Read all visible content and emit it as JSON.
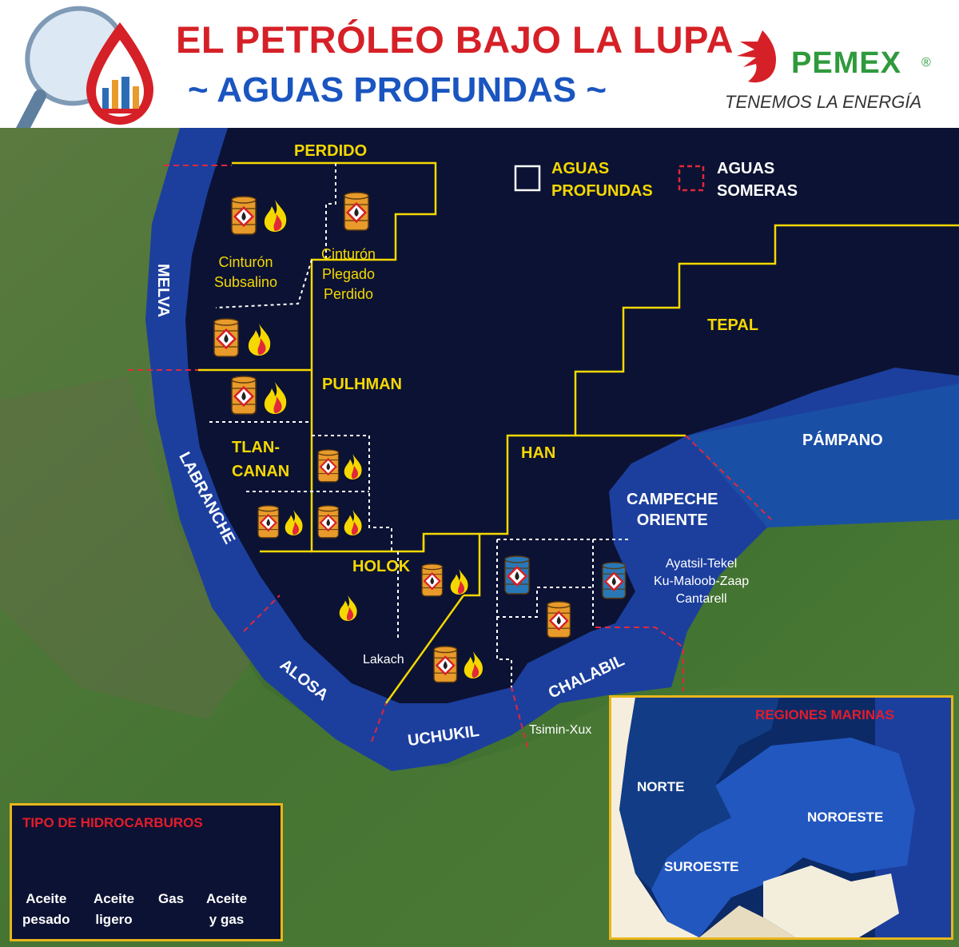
{
  "header": {
    "title": "EL PETRÓLEO BAJO LA LUPA",
    "subtitle": "AGUAS PROFUNDAS",
    "brand_name": "PEMEX",
    "brand_registered": "®",
    "brand_slogan": "TENEMOS LA ENERGÍA"
  },
  "map_legend": {
    "deep_water": "AGUAS PROFUNDAS",
    "shallow_water": "AGUAS SOMERAS",
    "deep_water_lines": [
      "AGUAS",
      "PROFUNDAS"
    ],
    "shallow_water_lines": [
      "AGUAS",
      "SOMERAS"
    ]
  },
  "deep_water_areas": {
    "perdido": "PERDIDO",
    "pulhman": "PULHMAN",
    "tlancanan_1": "TLAN-",
    "tlancanan_2": "CANAN",
    "han": "HAN",
    "holok": "HOLOK",
    "tepal": "TEPAL"
  },
  "shallow_water_areas": {
    "melva": "MELVA",
    "labranche": "LABRANCHE",
    "alosa": "ALOSA",
    "uchukil": "UCHUKIL",
    "chalabil": "CHALABIL",
    "campeche_1": "CAMPECHE",
    "campeche_2": "ORIENTE",
    "pampano": "PÁMPANO"
  },
  "plays": {
    "subsalino_1": "Cinturón",
    "subsalino_2": "Subsalino",
    "plegado_1": "Cinturón",
    "plegado_2": "Plegado",
    "plegado_3": "Perdido"
  },
  "fields": {
    "lakach": "Lakach",
    "tsimin": "Tsimin-Xux",
    "ayatsil": "Ayatsil-Tekel",
    "kumaloob": "Ku-Maloob-Zaap",
    "cantarell": "Cantarell"
  },
  "hydrocarbon_legend": {
    "title": "TIPO DE HIDROCARBUROS",
    "heavy_1": "Aceite",
    "heavy_2": "pesado",
    "light_1": "Aceite",
    "light_2": "ligero",
    "gas": "Gas",
    "oilgas_1": "Aceite",
    "oilgas_2": "y gas"
  },
  "inset": {
    "title": "REGIONES MARINAS",
    "norte": "NORTE",
    "noreste": "NOROESTE",
    "suroeste": "SUROESTE"
  },
  "colors": {
    "title_red": "#d62027",
    "subtitle_blue": "#1a55c0",
    "pemex_green": "#2f9a3c",
    "deep_water": "#0c1233",
    "shallow_water": "#1c3f9e",
    "boundary_yellow": "#f5d800",
    "shallow_boundary_red": "#e0283c",
    "light_oil_barrel": "#e89a2a",
    "heavy_oil_barrel": "#2878b8",
    "land_green": "#4a7a35"
  },
  "icons": {
    "light_oil": "orange-barrel-icon",
    "heavy_oil": "blue-barrel-icon",
    "gas": "flame-icon"
  }
}
